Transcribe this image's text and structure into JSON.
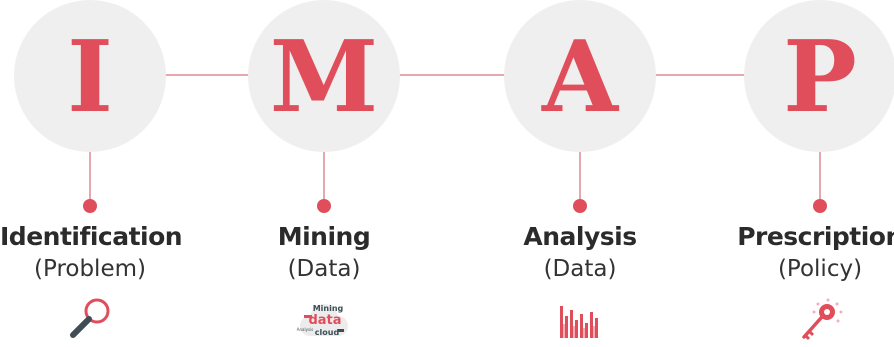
{
  "stages": [
    {
      "letter": "I",
      "title": "Identification",
      "subtitle": "(Problem)",
      "icon": "magnifier-icon"
    },
    {
      "letter": "M",
      "title": "Mining",
      "subtitle": "(Data)",
      "icon": "data-mining-cloud-icon",
      "icon_text": {
        "top": "Mining",
        "middle": "data",
        "left": "Analysis",
        "bottom": "cloud"
      }
    },
    {
      "letter": "A",
      "title": "Analysis",
      "subtitle": "(Data)",
      "icon": "bar-chart-icon"
    },
    {
      "letter": "P",
      "title": "Prescription",
      "subtitle": "(Policy)",
      "icon": "key-icon"
    }
  ],
  "colors": {
    "accent": "#e04e5b",
    "line": "#e8a7ae",
    "circle": "#efefef",
    "text": "#2b2b2b",
    "icon_dark": "#3e4e54"
  }
}
